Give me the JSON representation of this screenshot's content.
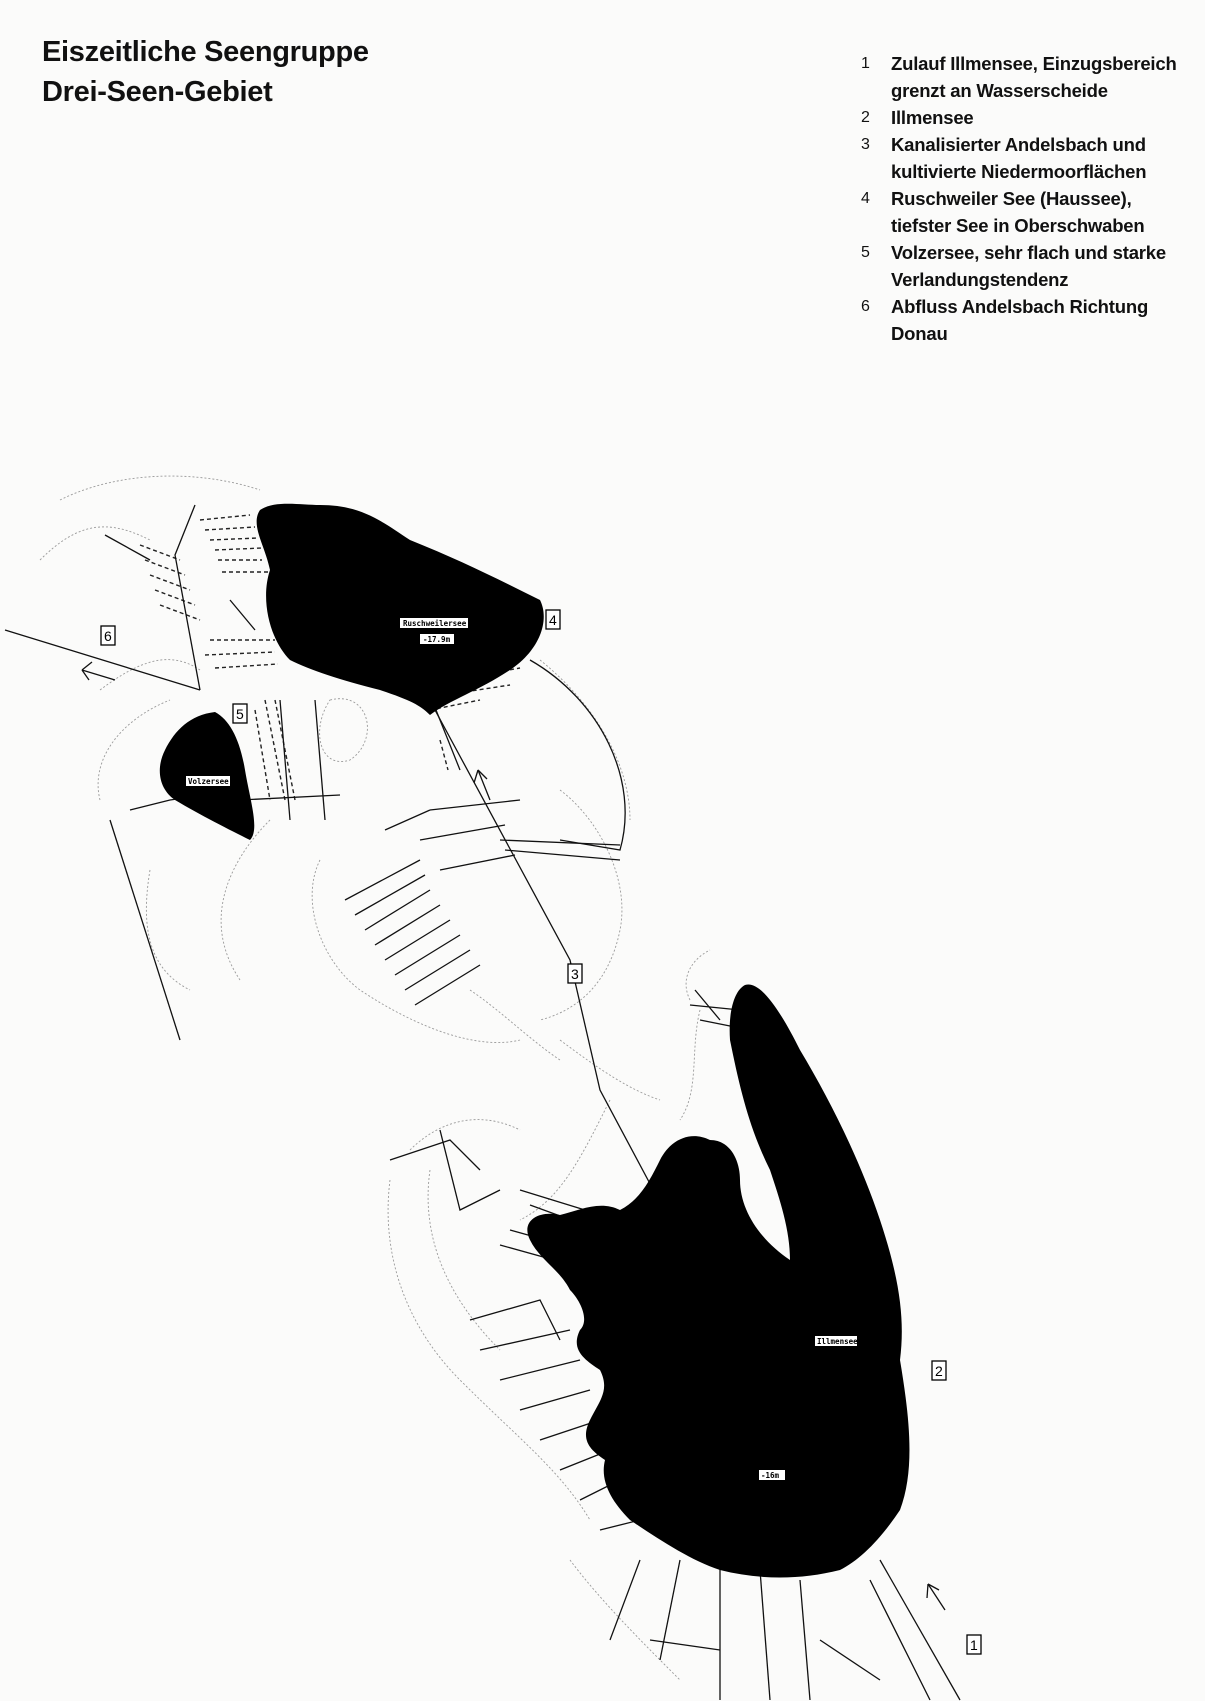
{
  "title": {
    "line1": "Eiszeitliche Seengruppe",
    "line2": "Drei-Seen-Gebiet"
  },
  "legend": [
    {
      "num": "1",
      "text": "Zulauf Illmensee, Einzugsbereich grenzt an Wasserscheide"
    },
    {
      "num": "2",
      "text": "Illmensee"
    },
    {
      "num": "3",
      "text": "Kanalisierter Andelsbach und kultivierte Niedermoorflächen"
    },
    {
      "num": "4",
      "text": "Ruschweiler See (Haussee), tiefster See in Oberschwaben"
    },
    {
      "num": "5",
      "text": "Volzersee, sehr flach und starke Verlandungstendenz"
    },
    {
      "num": "6",
      "text": "Abfluss Andelsbach Richtung Donau"
    }
  ],
  "map": {
    "lakes": {
      "ruschweiler": {
        "name": "Ruschweilersee",
        "depth": "-17.9m"
      },
      "volzer": {
        "name": "Volzersee"
      },
      "illmen": {
        "name": "Illmensee",
        "depth": "-16m"
      }
    },
    "markers": [
      "1",
      "2",
      "3",
      "4",
      "5",
      "6"
    ]
  },
  "colors": {
    "lake": "#000000",
    "background": "#fbfbfa",
    "line": "#000000",
    "contour": "#9a9a9a"
  }
}
